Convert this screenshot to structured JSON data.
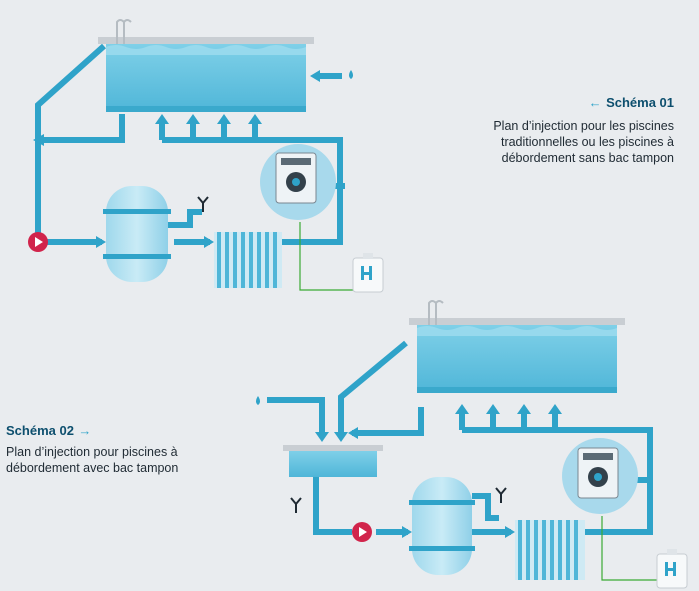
{
  "schema1": {
    "title": "Schéma 01",
    "arrow": "←",
    "description": "Plan d’injection pour les piscines traditionnelles ou les piscines à débordement sans bac tampon"
  },
  "schema2": {
    "title": "Schéma 02",
    "arrow": "→",
    "description": "Plan d’injection pour piscines à débordement avec bac tampon"
  },
  "colors": {
    "pipe": "#2fa3c9",
    "water": "#63c2de",
    "water_dark": "#3aa9cc",
    "pool_rim": "#c9ced3",
    "pump": "#d1244b",
    "injection_line": "#3aaa35",
    "background": "#e9ecef"
  },
  "icons": [
    "swimming-pool",
    "ladder",
    "water-drop",
    "circulation-pump",
    "filter-tank",
    "heat-exchanger",
    "dosing-pump",
    "chemical-canister",
    "drain-valve",
    "buffer-tank"
  ]
}
